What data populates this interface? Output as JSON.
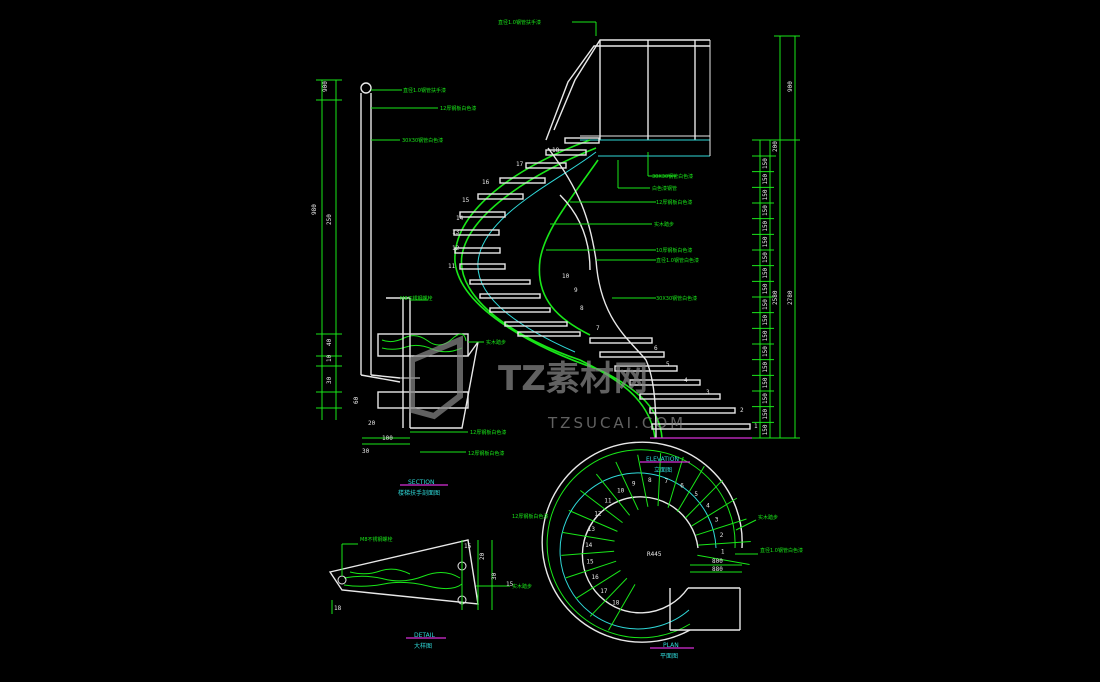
{
  "annotations": {
    "top_note": "直径1.0钢管扶手漆",
    "sec_note1": "直径1.0钢管扶手漆",
    "sec_note2": "12厚钢板白色漆",
    "sec_note3": "30X30钢管白色漆",
    "sec_note4": "M8不锈钢螺栓",
    "sec_note5": "实木踏步",
    "sec_note6": "12厚钢板白色漆",
    "sec_note7": "12厚钢板白色漆",
    "elev_note1": "30X30钢管白色漆",
    "elev_note2": "白色漆钢管",
    "elev_note3": "12厚钢板白色漆",
    "elev_note4": "实木踏步",
    "elev_note5": "10厚钢板白色漆",
    "elev_note6": "直径1.0钢管白色漆",
    "elev_note7": "30X30钢管白色漆",
    "plan_note1": "12厚钢板白色漆",
    "plan_note2": "实木踏步",
    "plan_note3": "直径1.0钢管白色漆",
    "detail_note1": "M8不锈钢螺栓",
    "detail_note2": "实木踏步"
  },
  "titles": {
    "section_en": "SECTION",
    "section_cn": "楼梯扶手剖面图",
    "elevation_en": "ELEVATION",
    "elevation_cn": "立面图",
    "plan_en": "PLAN",
    "plan_cn": "平面图",
    "detail_en": "DETAIL",
    "detail_cn": "大样图"
  },
  "dims": {
    "sec_900": "900",
    "sec_980": "980",
    "sec_250": "250",
    "sec_10": "10",
    "sec_40": "40",
    "sec_30": "30",
    "sec_60": "60",
    "sec_20": "20",
    "sec_100": "100",
    "sec_30b": "30",
    "right_900": "900",
    "right_200": "200",
    "right_2580": "2580",
    "right_2780": "2780",
    "right_150": "150",
    "plan_r": "R445",
    "plan_800": "800",
    "plan_880": "880",
    "det_15": "15",
    "det_20": "20",
    "det_30": "30",
    "det_15b": "15",
    "det_18": "18"
  },
  "step_numbers_left": [
    "18",
    "17",
    "16",
    "15",
    "14",
    "13",
    "12",
    "11"
  ],
  "step_numbers_right": [
    "10",
    "9",
    "8",
    "7",
    "6",
    "5",
    "4",
    "3",
    "2",
    "1"
  ],
  "plan_step_numbers": [
    "1",
    "2",
    "3",
    "4",
    "5",
    "6",
    "7",
    "8",
    "9",
    "10",
    "11",
    "12",
    "13",
    "14",
    "15",
    "16",
    "17",
    "18"
  ],
  "watermark": {
    "brand": "TZ素材网",
    "url": "TZSUCAI.COM"
  },
  "colors": {
    "line_green": "#19e619",
    "line_white": "#e8e8e8",
    "line_cyan": "#2fd9d9",
    "title_underline": "#d82fd8",
    "background": "#000000"
  }
}
